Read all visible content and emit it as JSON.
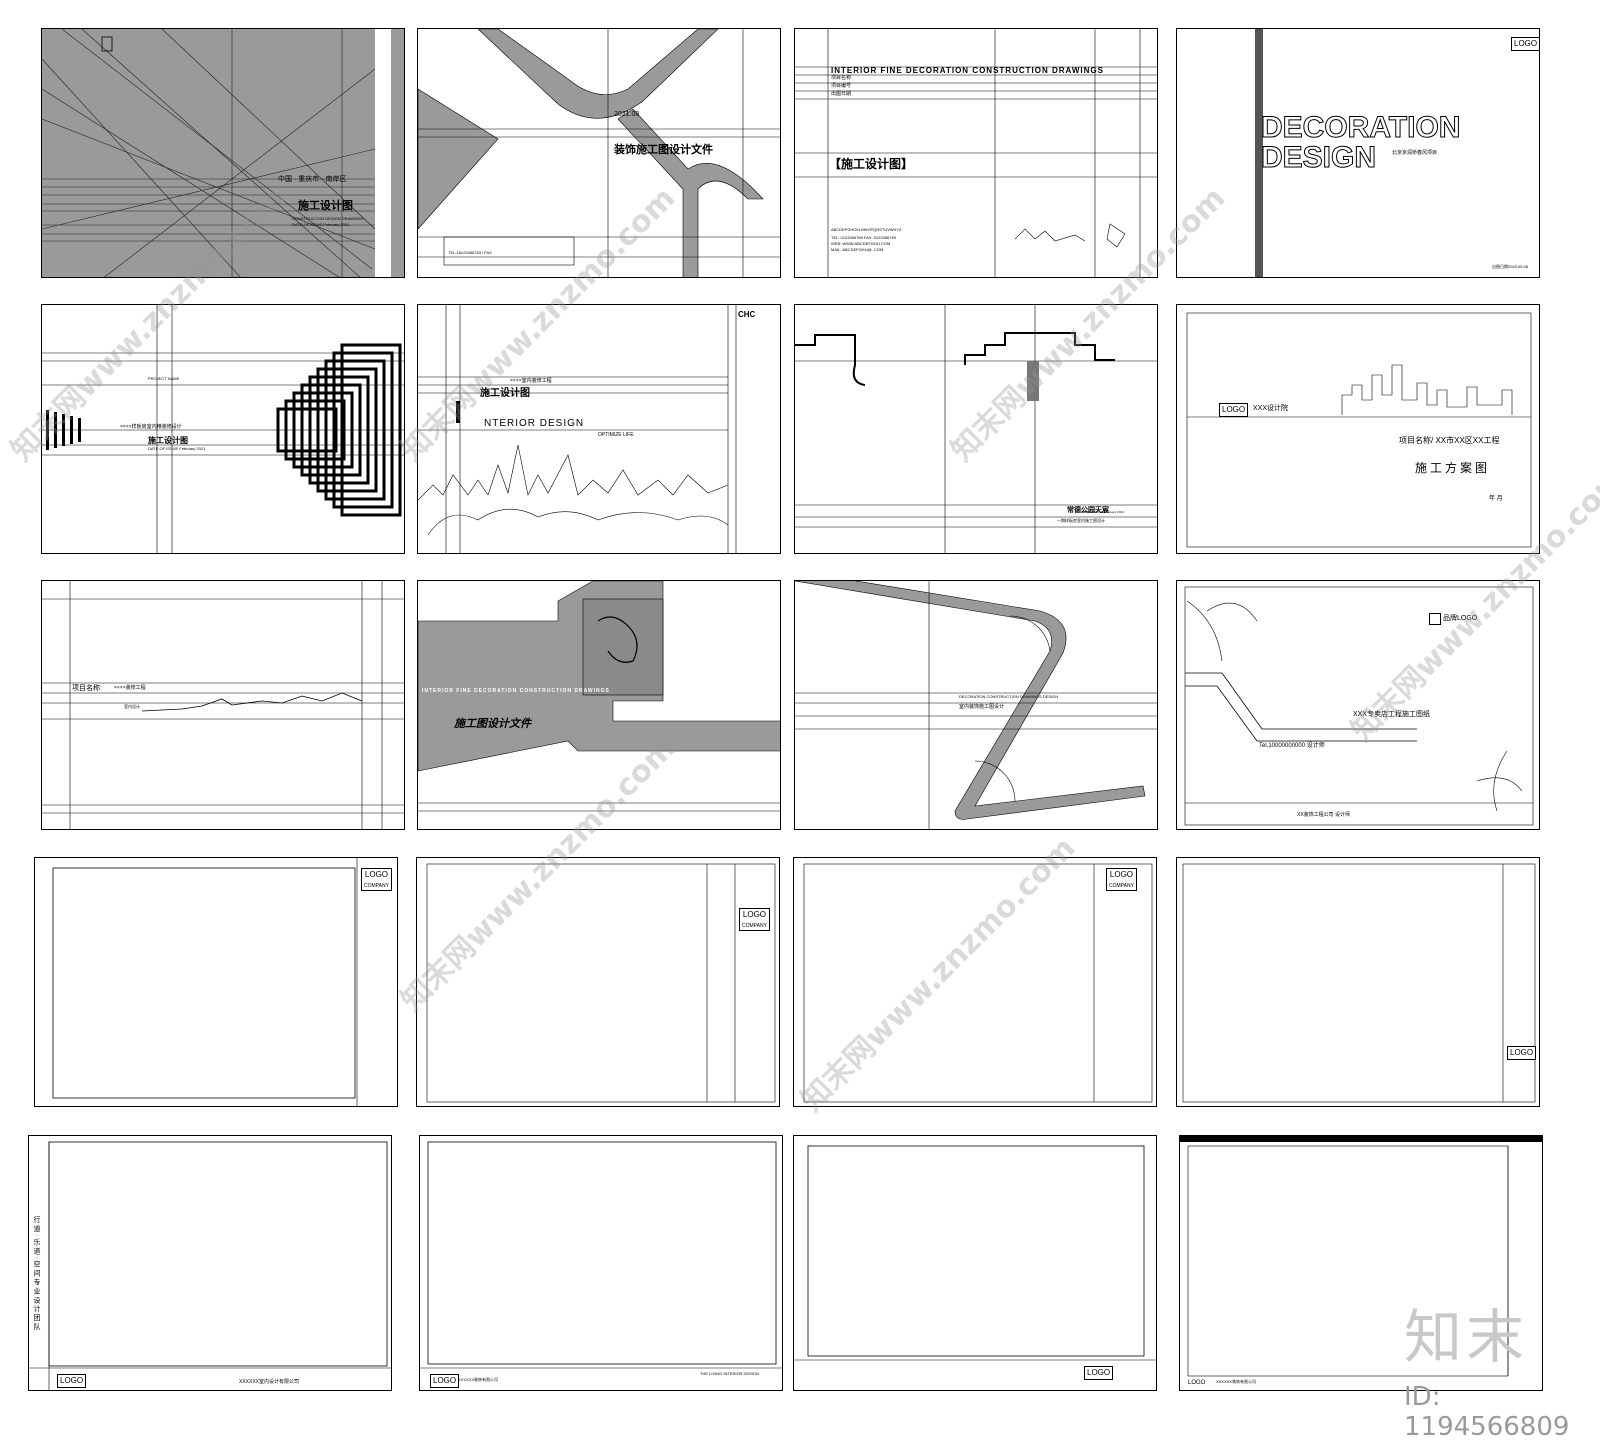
{
  "sheets": {
    "s1": {
      "country": "中国 · 重庆市 · 南岸区",
      "title": "施工设计图",
      "eng": "CONSTRUCTION DESIGN DRAWINGS",
      "date": "DATE OF ISSUE February 2021"
    },
    "s2": {
      "date": "2021.08",
      "title": "装饰施工图设计文件",
      "contact": "TEL:18123456783 / FAX"
    },
    "s3": {
      "eng": "INTERIOR FINE DECORATION CONSTRUCTION DRAWINGS",
      "l1": "项目名称",
      "l2": "项目编号",
      "l3": "出图日期",
      "title": "【施工设计图】",
      "alpha": "ABCDEFGHIJKLMNOPQRSTUVWXYZ",
      "tel": "TEL: 0123456789  FAX: 0123456789",
      "web": "WEB: WWW.ABCDEFGHIJ.COM",
      "mail": "MAIL: ABCDEFGHIJ@ .COM"
    },
    "s4": {
      "logo": "LOGO",
      "title1": "DECORATION",
      "title2": "DESIGN",
      "project": "北京京润桥春风项目",
      "date": "出图日期2023.05.08"
    },
    "s5": {
      "sub": "PROJECT NAME",
      "project": "××××样板房室内精装修设计",
      "title": "施工设计图",
      "date": "DATE OF ISSUE February 2021"
    },
    "s6": {
      "logo": "CHC",
      "project": "××××室内装修工程",
      "title": "施工设计图",
      "eng": "NTERIOR DESIGN",
      "slogan": "OPTIMIZE LIFE"
    },
    "s7": {
      "company": "常德公园天宸",
      "sub": "一期样板房室内施工图设计",
      "date": "DATE OF ISSUE February 2021"
    },
    "s8": {
      "logo": "LOGO",
      "institute": "XXX设计院",
      "project": "项目名称/ XX市XX区XX工程",
      "title": "施 工 方 案 图",
      "date": "年 月"
    },
    "s9": {
      "label": "项目名称:",
      "project": "××××装修工程",
      "sub": "室内设计"
    },
    "s10": {
      "eng": "INTERIOR FINE DECORATION CONSTRUCTION DRAWINGS",
      "title": "施工图设计文件"
    },
    "s11": {
      "eng": "DECORATION CONSTRUCTION DRAWINGS DESIGN",
      "title": "室内装饰施工图设计"
    },
    "s12": {
      "logo": "品牌LOGO",
      "title": "XXX专卖店工程施工图纸",
      "tel": "Tel.10000000000  设计师",
      "company": "XX装饰工程公司  设计师"
    },
    "s13": {
      "logo": "LOGO",
      "company": "COMPANY"
    },
    "s14": {
      "logo": "LOGO",
      "company": "COMPANY"
    },
    "s15": {
      "logo": "LOGO",
      "company": "COMPANY"
    },
    "s16": {
      "logo": "LOGO"
    },
    "s17": {
      "logo": "LOGO",
      "company": "XXXXXX室内设计有限公司",
      "vertical": "行 道 · 乐 道 · 空 间 专 业 设 计 团 队"
    },
    "s18": {
      "logo": "LOGO",
      "company": "XXXXXX装饰有限公司",
      "design": "THE LIVING INTERIOR DESIGN"
    },
    "s19": {
      "logo": "LOGO"
    },
    "s20": {
      "logo": "LOGO",
      "company": "XXXXXX装饰有限公司"
    }
  },
  "watermark": {
    "text": "知末网www.znzmo.com"
  },
  "brand": {
    "logo": "知末",
    "id": "ID: 1194566809"
  }
}
